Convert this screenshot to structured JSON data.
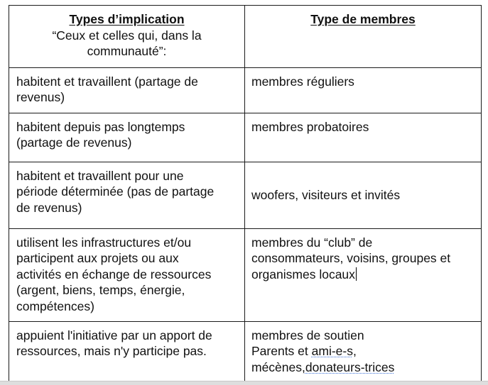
{
  "table": {
    "headers": {
      "left_title": "Types d’implication",
      "left_subtitle": "“Ceux et celles qui, dans la communauté”:",
      "right_title": "Type de membres"
    },
    "rows": [
      {
        "left": "habitent et travaillent (partage de\nrevenus)",
        "right": "membres réguliers"
      },
      {
        "left": "habitent depuis pas longtemps\n(partage de revenus)",
        "right": "membres probatoires"
      },
      {
        "left": "habitent et travaillent pour une\npériode déterminée (pas de partage\nde revenus)",
        "right": "woofers, visiteurs et invités"
      },
      {
        "left": "utilisent les infrastructures et/ou\nparticipent aux projets ou aux\nactivités en échange de ressources\n(argent, biens, temps, énergie,\ncompétences)",
        "right_lines": [
          "membres du “club” de",
          "consommateurs, voisins, groupes et",
          "organismes locaux"
        ]
      },
      {
        "left": "appuient l'initiative par un apport de\nressources, mais n'y participe pas.",
        "right_line1": "membres de soutien",
        "right_line2_a": "Parents et ",
        "right_line2_b": "ami-e-s",
        "right_line2_c": ",",
        "right_line3_a": "mécènes,",
        "right_line3_b": "donateurs-trices"
      }
    ]
  }
}
